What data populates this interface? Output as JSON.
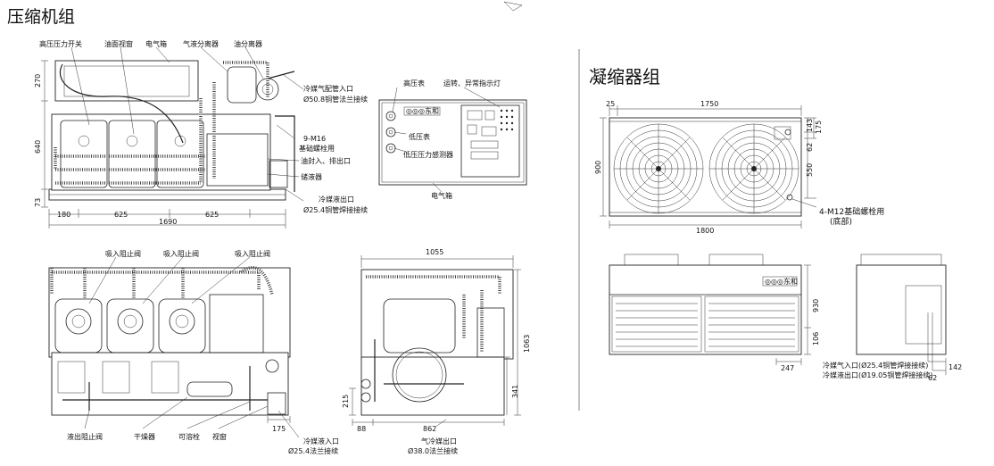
{
  "titles": {
    "compressor_unit": "压缩机组",
    "condenser_unit": "凝缩器组"
  },
  "compressor_front": {
    "callouts": [
      "高压压力开关",
      "油面视窗",
      "电气箱",
      "气液分离器",
      "油分离器"
    ],
    "right_callouts": [
      "冷媒气配管入口",
      "Ø50.8铜管法兰接续",
      "9-M16",
      "基础螺栓用",
      "油封入、排出口",
      "储液器",
      "冷媒液出口",
      "Ø25.4铜管焊接接续"
    ],
    "dims": {
      "h_top": "270",
      "h_mid": "640",
      "h_bot": "73",
      "w_left": "180",
      "w_a": "625",
      "w_b": "625",
      "w_total": "1690"
    }
  },
  "electric_box": {
    "labels": [
      "高压表",
      "运转、异常指示灯",
      "低压表",
      "低压压力感测器",
      "电气箱"
    ],
    "brand": "◎◎◎东和"
  },
  "compressor_rear": {
    "callouts": [
      "吸入阻止阀",
      "吸入阻止阀",
      "吸入阻止阀"
    ],
    "bottom_callouts": [
      "液出阻止阀",
      "干燥器",
      "可溶栓",
      "视窗"
    ],
    "right_callouts": [
      "冷媒液入口",
      "Ø25.4法兰接续"
    ],
    "dims": {
      "d175": "175"
    }
  },
  "compressor_side": {
    "dims": {
      "w_top": "1055",
      "h_total": "1063",
      "h_341": "341",
      "h_215": "215",
      "w_88": "88",
      "w_862": "862"
    },
    "callouts": [
      "气冷媒出口",
      "Ø38.0法兰接续"
    ]
  },
  "condenser_top": {
    "dims": {
      "d25": "25",
      "d1750": "1750",
      "d900": "900",
      "d143": "143",
      "d175": "175",
      "d62": "62",
      "d550": "550",
      "d1800": "1800"
    },
    "callouts": [
      "4-M12基础螺栓用",
      "(底部)"
    ]
  },
  "condenser_front": {
    "brand": "◎◎◎东和",
    "dims": {
      "d930": "930",
      "d106": "106",
      "d247": "247"
    }
  },
  "condenser_side": {
    "dims": {
      "d142": "142",
      "d62": "62"
    },
    "callouts": [
      "冷媒气入口(Ø25.4铜管焊接接续)",
      "冷媒液出口(Ø19.05铜管焊接接续)"
    ]
  }
}
